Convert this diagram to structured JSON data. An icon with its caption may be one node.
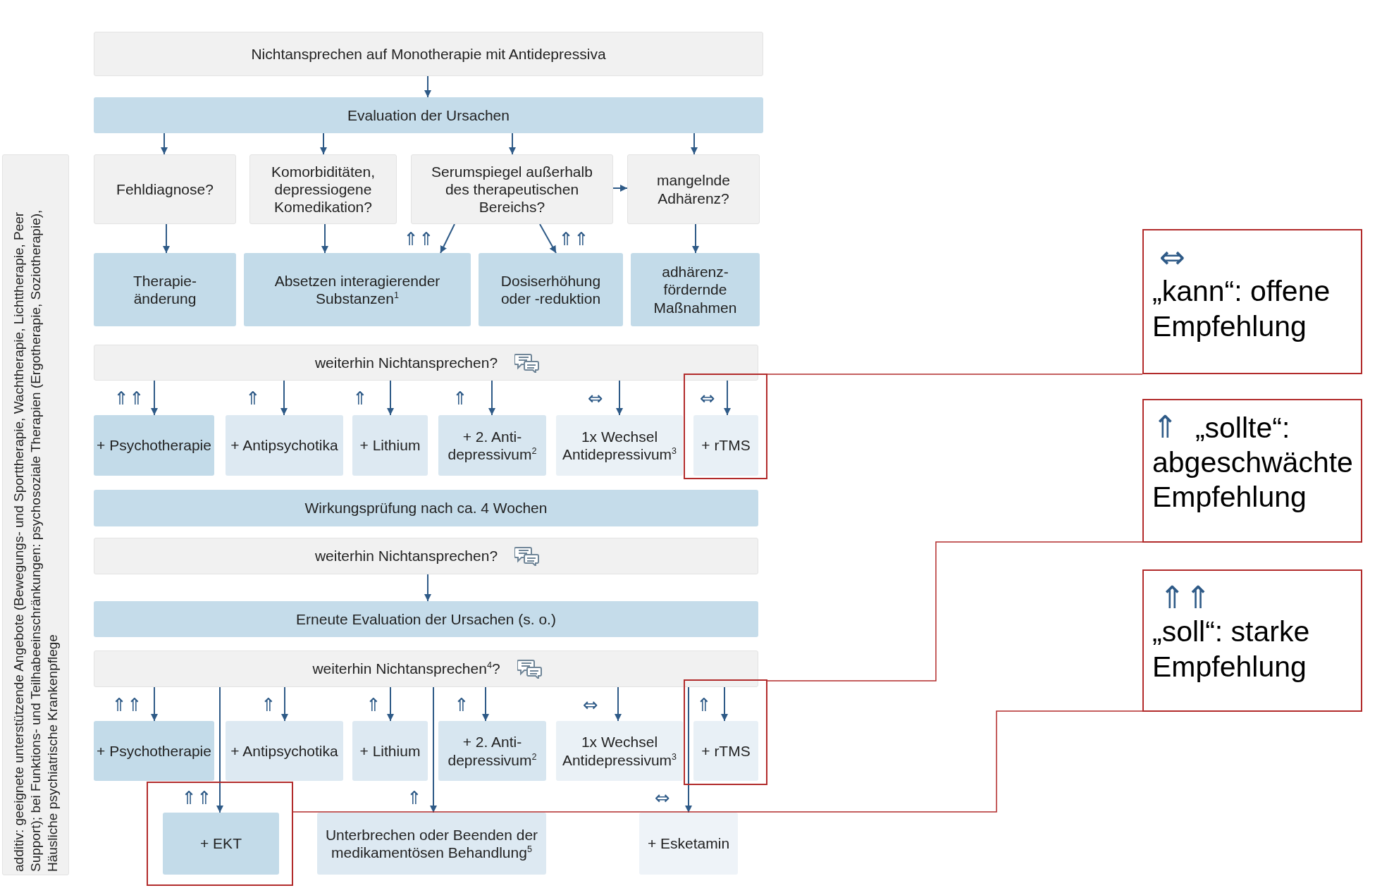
{
  "diagram": {
    "nodes": [
      {
        "text": [
          "Nichtansprechen auf Monotherapie mit Antidepressiva"
        ]
      },
      {
        "text": [
          "Evaluation der Ursachen"
        ]
      },
      {
        "text": [
          "Fehldiagnose?"
        ]
      },
      {
        "text": [
          "Komorbiditäten, depressiogene Komedikation?"
        ]
      },
      {
        "text": [
          "Serumspiegel außerhalb des therapeutischen Bereichs?"
        ]
      },
      {
        "text": [
          "mangelnde Adhärenz?"
        ]
      },
      {
        "text": [
          "Therapie- änderung"
        ]
      },
      {
        "text": [
          "Absetzen interagierender Substanzen$^{1}$"
        ],
        "beside": [
          "⇑⇑"
        ]
      },
      {
        "text": [
          "Dosiserhöhung oder -reduktion"
        ],
        "beside": [
          "⇑⇑"
        ]
      },
      {
        "text": [
          "adhärenz- fördernde Maßnahmen"
        ]
      },
      {
        "text": [
          "weiterhin Nichtansprechen?"
        ]
      },
      {
        "text": [
          "+ Psychotherapie"
        ],
        "beside": [
          "⇑⇑"
        ]
      },
      {
        "text": [
          "+ Antipsychotika"
        ],
        "beside": [
          "⇑"
        ]
      },
      {
        "text": [
          "+ Lithium"
        ],
        "beside": [
          "⇑"
        ]
      },
      {
        "text": [
          "+ 2. Anti- depressivum$^{2}$"
        ],
        "beside": [
          "⇑"
        ]
      },
      {
        "text": [
          "1x Wechsel Antidepressivum$^{3}$"
        ],
        "beside": [
          "⇔"
        ]
      },
      {
        "text": [],
        "shape": "box"
      },
      {
        "text": [
          "+ rTMS"
        ],
        "in": 16,
        "beside": [
          "⇔"
        ]
      },
      {
        "text": [
          "Wirkungsprüfung nach ca. 4  Wochen"
        ]
      },
      {
        "text": [
          "weiterhin Nichtansprechen?"
        ]
      },
      {
        "text": [
          "Erneute Evaluation der Ursachen (s. o.)"
        ]
      },
      {
        "text": [
          "weiterhin Nichtansprechen$^{4}$?"
        ]
      },
      {
        "text": [
          "+ Psychotherapie"
        ],
        "beside": [
          "⇑⇑"
        ]
      },
      {
        "text": [
          "+ Antipsychotika"
        ],
        "beside": [
          "⇑"
        ]
      },
      {
        "text": [
          "+ Lithium"
        ],
        "beside": [
          "⇑"
        ]
      },
      {
        "text": [
          "+ 2. Anti- depressivum$^{2}$"
        ],
        "beside": [
          "⇑"
        ]
      },
      {
        "text": [
          "1x Wechsel Antidepressivum$^{3}$"
        ],
        "beside": [
          "⇔"
        ]
      },
      {
        "text": [],
        "shape": "box"
      },
      {
        "text": [
          "+ rTMS"
        ],
        "in": 27,
        "beside": [
          "⇑"
        ]
      },
      {
        "text": [],
        "shape": "box"
      },
      {
        "text": [
          "+ EKT"
        ],
        "in": 29,
        "beside": [
          "⇑⇑"
        ]
      },
      {
        "text": [
          "Unterbrechen oder Beenden der medikamentösen Behandlung$^{5}$"
        ],
        "beside": [
          "⇑"
        ]
      },
      {
        "text": [
          "+ Esketamin"
        ],
        "beside": [
          "⇔"
        ]
      },
      {
        "text": [
          "additiv: geeignete unterstützende Angebote (Bewegungs- und Sporttherapie, Wachtherapie, Lichttherapie, Peer Support); bei Funktions- und Teilhabeeinschränkungen: psychosoziale Therapien (Ergotherapie, Soziotherapie), Häusliche psychiatrische Krankenpflege"
        ]
      },
      {
        "text": [
          "⇔",
          "„kann“: offene Empfehlung"
        ]
      },
      {
        "text": [
          "⇑",
          "„sollte“: abgeschwächte Empfehlung"
        ]
      },
      {
        "text": [
          "⇑⇑",
          "„soll“: starke Empfehlung"
        ]
      }
    ],
    "edges": [
      {
        "from": 0,
        "to": 1,
        "arrow": "to"
      },
      {
        "from": 1,
        "to": 2,
        "arrow": "to"
      },
      {
        "from": 1,
        "to": 3,
        "arrow": "to"
      },
      {
        "from": 1,
        "to": 4,
        "arrow": "to"
      },
      {
        "from": 1,
        "to": 5,
        "arrow": "to"
      },
      {
        "from": 2,
        "to": 6,
        "arrow": "to"
      },
      {
        "from": 3,
        "to": 7,
        "arrow": "to"
      },
      {
        "from": 4,
        "to": 7,
        "arrow": "to"
      },
      {
        "from": 4,
        "to": 8,
        "arrow": "to"
      },
      {
        "from": 4,
        "to": 5,
        "arrow": "to"
      },
      {
        "from": 5,
        "to": 9,
        "arrow": "to"
      },
      {
        "from": 10,
        "to": 11,
        "arrow": "to"
      },
      {
        "from": 10,
        "to": 12,
        "arrow": "to"
      },
      {
        "from": 10,
        "to": 13,
        "arrow": "to"
      },
      {
        "from": 10,
        "to": 14,
        "arrow": "to"
      },
      {
        "from": 10,
        "to": 15,
        "arrow": "to"
      },
      {
        "from": 10,
        "to": 17,
        "arrow": "to"
      },
      {
        "from": 19,
        "to": 20,
        "arrow": "to"
      },
      {
        "from": 21,
        "to": 22,
        "arrow": "to"
      },
      {
        "from": 21,
        "to": 23,
        "arrow": "to"
      },
      {
        "from": 21,
        "to": 24,
        "arrow": "to"
      },
      {
        "from": 21,
        "to": 25,
        "arrow": "to"
      },
      {
        "from": 21,
        "to": 26,
        "arrow": "to"
      },
      {
        "from": 21,
        "to": 28,
        "arrow": "to"
      },
      {
        "from": 21,
        "to": 30,
        "arrow": "to"
      },
      {
        "from": 21,
        "to": 31,
        "arrow": "to"
      },
      {
        "from": 21,
        "to": 32,
        "arrow": "to"
      },
      {
        "from": 34,
        "to": 16,
        "arrow": "none",
        "color": "#b22b2b"
      },
      {
        "from": 35,
        "to": 27,
        "arrow": "none",
        "color": "#b22b2b"
      },
      {
        "from": 36,
        "to": 29,
        "arrow": "none",
        "color": "#b22b2b"
      }
    ]
  }
}
